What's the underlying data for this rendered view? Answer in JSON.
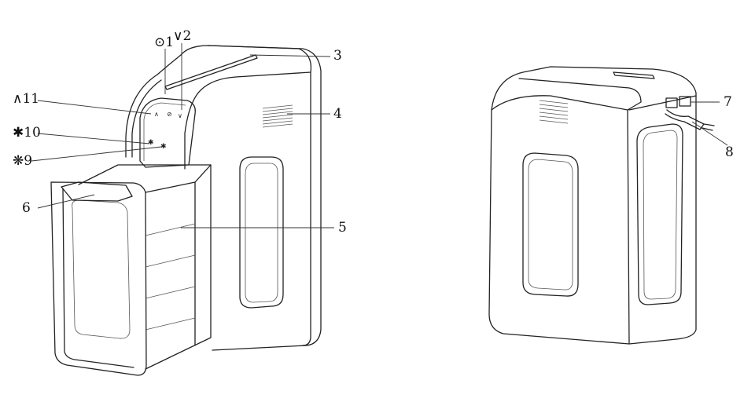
{
  "title": "Paper shredder parts diagram",
  "labels": {
    "l1": "⊙1",
    "l2": "∨2",
    "l3": "3",
    "l4": "4",
    "l5": "5",
    "l6": "6",
    "l7": "7",
    "l8": "8",
    "l9": "❋9",
    "l10": "✱10",
    "l11": "∧11"
  }
}
